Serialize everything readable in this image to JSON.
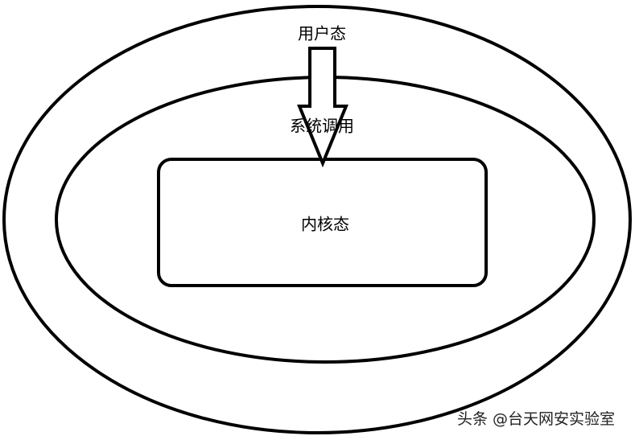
{
  "labels": {
    "user_mode": "用户态",
    "system_call": "系统调用",
    "kernel_mode": "内核态"
  },
  "watermark": "头条 @台天网安实验室",
  "colors": {
    "stroke": "#000000",
    "background": "#ffffff"
  }
}
